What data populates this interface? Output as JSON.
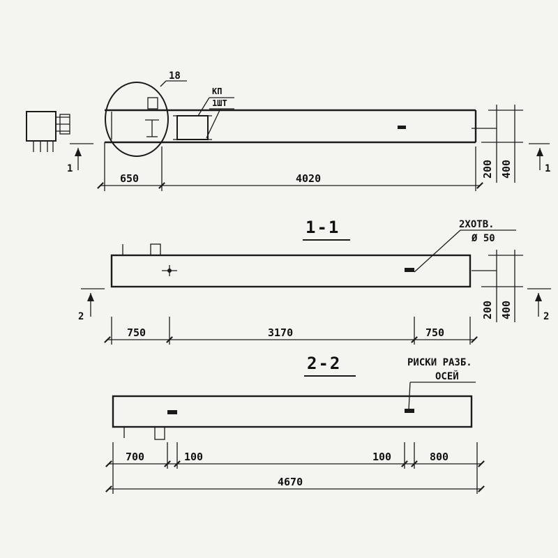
{
  "view_top": {
    "detail_callout": "18",
    "plate_callout_line1": "КП",
    "plate_callout_line2": "1ШТ",
    "dim_650": "650",
    "dim_4020": "4020",
    "dim_200": "200",
    "dim_400": "400",
    "section_marker_left": "1",
    "section_marker_right": "1"
  },
  "section_1": {
    "title": "1-1",
    "hole_note_line1": "2ХОТВ.",
    "hole_note_line2": "Ø 50",
    "dim_750_left": "750",
    "dim_3170": "3170",
    "dim_750_right": "750",
    "dim_200": "200",
    "dim_400": "400",
    "section_marker_left": "2",
    "section_marker_right": "2"
  },
  "section_2": {
    "title": "2-2",
    "marks_note_line1": "РИСКИ РАЗБ.",
    "marks_note_line2": "ОСЕЙ",
    "dim_700": "700",
    "dim_100_left": "100",
    "dim_100_right": "100",
    "dim_800": "800",
    "dim_4670": "4670"
  }
}
